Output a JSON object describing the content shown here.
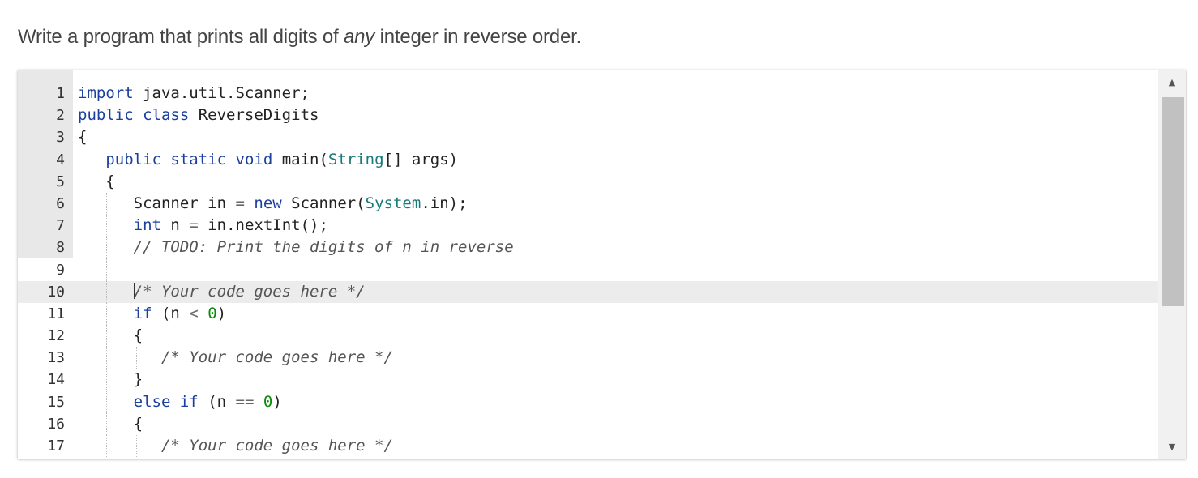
{
  "prompt": {
    "before": "Write a program that prints all digits of ",
    "emphasis": "any",
    "after": " integer in reverse order."
  },
  "editor": {
    "line_numbers": [
      "1",
      "2",
      "3",
      "4",
      "5",
      "6",
      "7",
      "8",
      "9",
      "10",
      "11",
      "12",
      "13",
      "14",
      "15",
      "16",
      "17"
    ],
    "code": {
      "l1_kw": "import",
      "l1_rest": " java.util.Scanner;",
      "l2_kw1": "public",
      "l2_kw2": "class",
      "l2_rest": " ReverseDigits",
      "l3": "{",
      "l4_kw1": "public",
      "l4_kw2": "static",
      "l4_kw3": "void",
      "l4_name": " main(",
      "l4_type": "String",
      "l4_rest": "[] args)",
      "l5": "{",
      "l6_a": "Scanner in ",
      "l6_eq": "=",
      "l6_kw": "new",
      "l6_b": " Scanner(",
      "l6_type": "System",
      "l6_c": ".in);",
      "l7_kw": "int",
      "l7_a": " n ",
      "l7_eq": "=",
      "l7_b": " in.nextInt();",
      "l8_comment": "// TODO: Print the digits of n in reverse",
      "l10_comment": "/* Your code goes here */",
      "l11_kw": "if",
      "l11_a": " (n ",
      "l11_op": "<",
      "l11_num": "0",
      "l11_b": ")",
      "l12": "{",
      "l13_comment": "/* Your code goes here */",
      "l14": "}",
      "l15_kw1": "else",
      "l15_kw2": "if",
      "l15_a": " (n ",
      "l15_op": "==",
      "l15_num": "0",
      "l15_b": ")",
      "l16": "{",
      "l17_comment": "/* Your code goes here */"
    }
  },
  "scrollbar": {
    "up_icon": "arrow-up-icon",
    "down_icon": "arrow-down-icon"
  }
}
